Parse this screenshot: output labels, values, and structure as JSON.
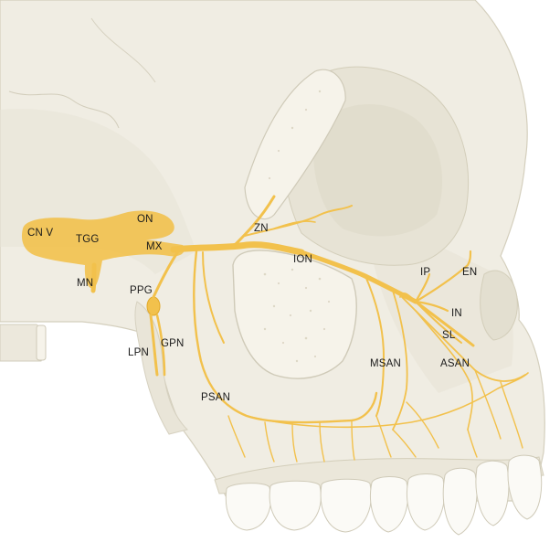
{
  "colors": {
    "background": "#ffffff",
    "bone": "#f0ede3",
    "bone_shadow": "#dedacb",
    "bone_outline": "#cfcab8",
    "cut_surface": "#f6f3ea",
    "nerve": "#f2c14c",
    "nerve_dark": "#e1a92a",
    "label_text": "#1a1a1a"
  },
  "labels": {
    "cn_v": "CN V",
    "tgg": "TGG",
    "on": "ON",
    "mx": "MX",
    "mn": "MN",
    "ppg": "PPG",
    "lpn": "LPN",
    "gpn": "GPN",
    "psan": "PSAN",
    "zn": "ZN",
    "ion": "ION",
    "msan": "MSAN",
    "asan": "ASAN",
    "ip": "IP",
    "en": "EN",
    "in": "IN",
    "sl": "SL"
  }
}
